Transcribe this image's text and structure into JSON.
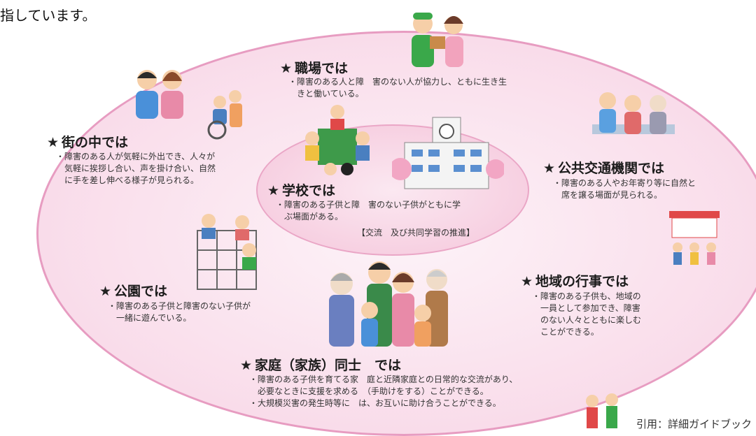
{
  "header": {
    "text": "指しています。"
  },
  "sections": {
    "workplace": {
      "heading": "職場では",
      "lines": [
        "・障害のある人と障　害のない人が協力し、ともに生き生",
        "きと働いている。"
      ]
    },
    "town": {
      "heading": "街の中では",
      "lines": [
        "・障害のある人が気軽に外出でき、人々が",
        "気軽に挨拶し合い、声を掛け合い、自然",
        "に手を差し伸べる様子が見られる。"
      ]
    },
    "school": {
      "heading": "学校では",
      "lines": [
        "・障害のある子供と障　害のない子供がともに学",
        "ぶ場面がある。"
      ],
      "note": "【交流　及び共同学習の推進】"
    },
    "transit": {
      "heading": "公共交通機関では",
      "lines": [
        "・障害のある人やお年寄り等に自然と",
        "席を譲る場面が見られる。"
      ]
    },
    "park": {
      "heading": "公園では",
      "lines": [
        "・障害のある子供と障害のない子供が",
        "一緒に遊んでいる。"
      ]
    },
    "community": {
      "heading": "地域の行事では",
      "lines": [
        "・障害のある子供も、地域の",
        "一員として参加でき、障害",
        "のない人々とともに楽しむ",
        "ことができる。"
      ]
    },
    "family": {
      "heading": "家庭（家族）同士　では",
      "lines": [
        "・障害のある子供を育てる家　庭と近隣家庭との日常的な交流があり、",
        "必要なときに支援を求める　（手助けをする）ことができる。",
        "・大規模災害の発生時等に　は、お互いに助け合うことができる。"
      ]
    }
  },
  "credit": "引用：詳細ガイドブック",
  "colors": {
    "outer": "#f9dcea",
    "inner": "#f5c6db",
    "border": "#e79cc1"
  }
}
